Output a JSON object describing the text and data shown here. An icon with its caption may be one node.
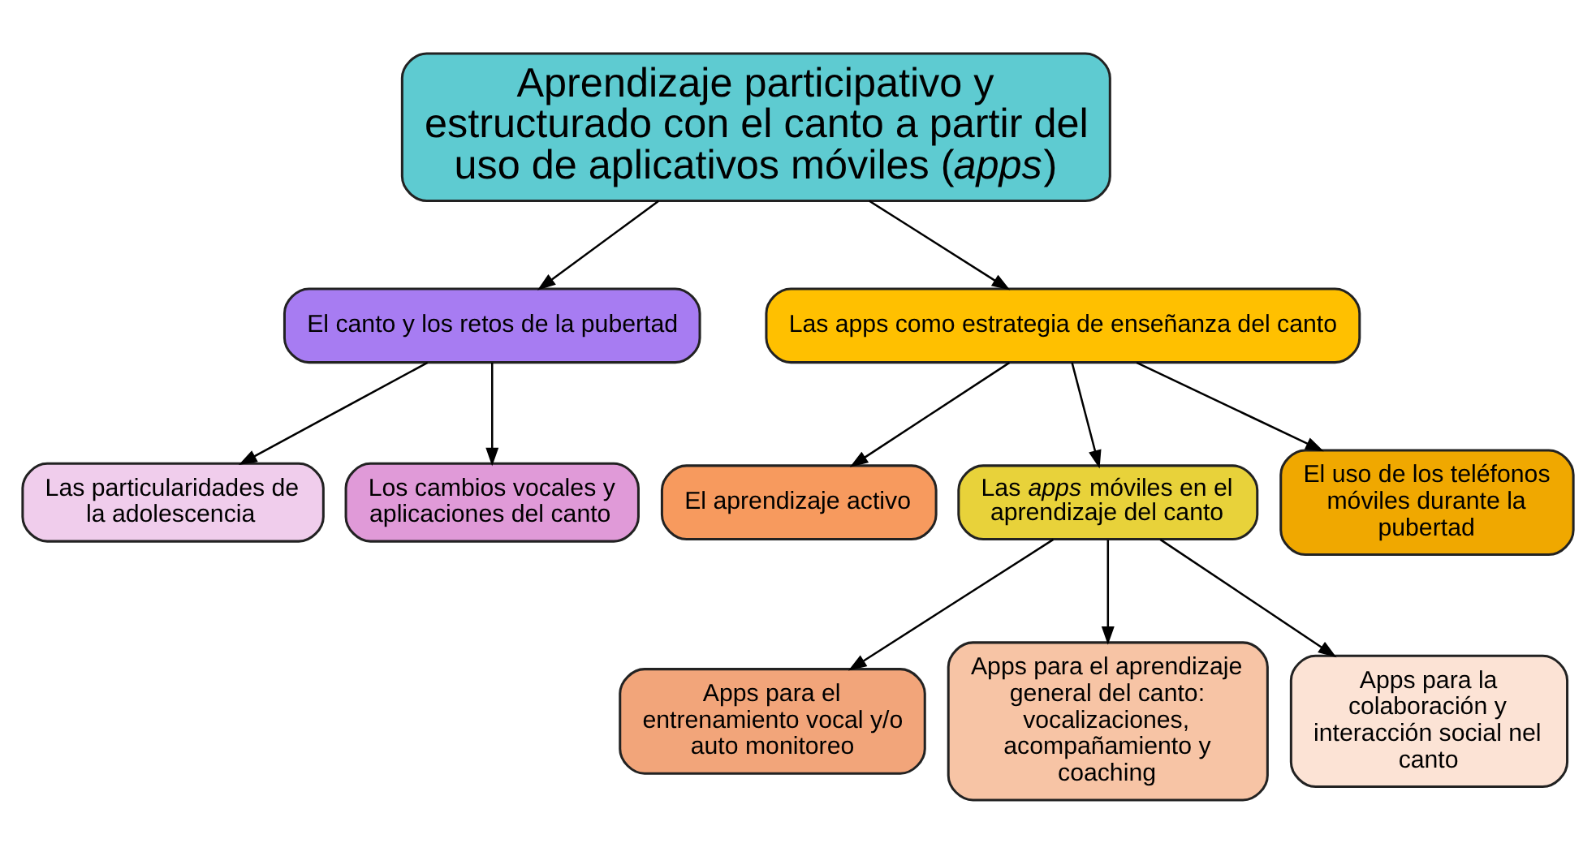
{
  "diagram": {
    "nodes": [
      {
        "text": [
          "Aprendizaje participativo y estructurado con el canto a partir del uso de aplicativos móviles (*apps*)"
        ]
      },
      {
        "text": [
          "El canto y los retos de la pubertad"
        ]
      },
      {
        "text": [
          "Las apps como estrategia de enseñanza del canto"
        ]
      },
      {
        "text": [
          "Las particularidades de la adolescencia"
        ]
      },
      {
        "text": [
          "Los cambios vocales y aplicaciones del canto"
        ]
      },
      {
        "text": [
          "El aprendizaje activo"
        ]
      },
      {
        "text": [
          "Las *apps* móviles en el aprendizaje del canto"
        ]
      },
      {
        "text": [
          "El uso de los teléfonos móviles durante la pubertad"
        ]
      },
      {
        "text": [
          "Apps para el entrenamiento vocal y/o auto monitoreo"
        ]
      },
      {
        "text": [
          "Apps para el aprendizaje general del canto: vocalizaciones, acompañamiento y coaching"
        ]
      },
      {
        "text": [
          "Apps para la colaboración y interacción social nel canto"
        ]
      }
    ],
    "edges": [
      {
        "from": 0,
        "to": 1,
        "arrow": "to"
      },
      {
        "from": 0,
        "to": 2,
        "arrow": "to"
      },
      {
        "from": 1,
        "to": 3,
        "arrow": "to"
      },
      {
        "from": 1,
        "to": 4,
        "arrow": "to"
      },
      {
        "from": 2,
        "to": 5,
        "arrow": "to"
      },
      {
        "from": 2,
        "to": 6,
        "arrow": "to"
      },
      {
        "from": 2,
        "to": 7,
        "arrow": "to"
      },
      {
        "from": 6,
        "to": 8,
        "arrow": "to"
      },
      {
        "from": 6,
        "to": 9,
        "arrow": "to"
      },
      {
        "from": 6,
        "to": 10,
        "arrow": "to"
      }
    ]
  }
}
